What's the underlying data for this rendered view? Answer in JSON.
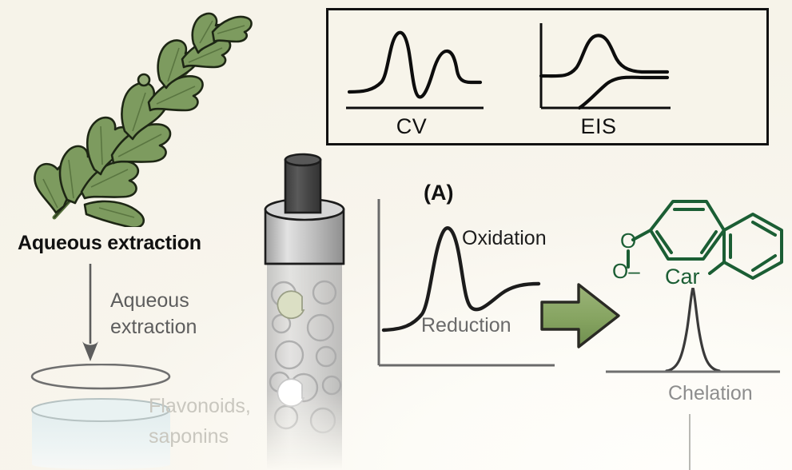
{
  "figure": {
    "background_color": "#f7f4ea",
    "title": "Aqueous extraction electrochemical graphical abstract"
  },
  "method_box": {
    "border_color": "#111111",
    "plots": [
      {
        "name": "cv-plot",
        "label": "CV"
      },
      {
        "name": "eis-plot",
        "label": "EIS"
      }
    ]
  },
  "extraction": {
    "headline": "Aqueous extraction",
    "arrow_caption_line1": "Aqueous",
    "arrow_caption_line2": "extraction",
    "arrow_color": "#5d5d5d",
    "solutes_line1": "Flavonoids,",
    "solutes_line2": "saponins",
    "solutes_color": "#c9c7bf",
    "beaker_liquid_color": "#e6eff0"
  },
  "plant": {
    "leaf_color": "#7d9b5f",
    "leaf_outline": "#1d2614",
    "stem_color": "#55703c"
  },
  "electrode": {
    "rod_color": "#4a4a4a",
    "cap_color": "#b9b9b9",
    "body_color": "#c9c9c9",
    "sample_color": "#dbdfc4"
  },
  "panel_a": {
    "tag": "(A)",
    "oxidation_label": "Oxidation",
    "reduction_label": "Reduction",
    "axis_color": "#6a6a6a",
    "curve_color": "#1c1c1c"
  },
  "transition": {
    "arrow_name": "green-right-arrow",
    "arrow_fill": "#86a461",
    "arrow_outline": "#2a2a24"
  },
  "molecule": {
    "name": "biphenyl-catechol-structure",
    "color": "#1b5e34",
    "substituent_top": "O",
    "substituent_bottom": "O–",
    "label": "Car"
  },
  "chelation": {
    "label": "Chelation",
    "label_color": "#8d8d8d",
    "baseline_color": "#6f6f6f",
    "peak_color": "#3a3a3a"
  },
  "chart_data": [
    {
      "type": "line",
      "name": "cv-plot",
      "title": "CV",
      "xlabel": "",
      "ylabel": "",
      "grid": false,
      "legend": "none",
      "x": [
        0,
        10,
        20,
        30,
        38,
        44,
        50,
        56,
        62,
        68,
        74,
        82,
        90,
        100
      ],
      "values": [
        18,
        18,
        20,
        27,
        55,
        92,
        50,
        10,
        38,
        66,
        72,
        62,
        56,
        55
      ],
      "axis_style": "baseline-only",
      "annotation": "Cyclic voltammetry trace: sharp anodic peak, cathodic trough, secondary peak"
    },
    {
      "type": "line",
      "name": "eis-plot",
      "title": "EIS",
      "xlabel": "",
      "ylabel": "",
      "grid": false,
      "legend": "none",
      "axis_style": "L-axes",
      "series": [
        {
          "name": "upper-branch",
          "x": [
            0,
            12,
            22,
            32,
            42,
            54,
            68,
            84,
            100
          ],
          "values": [
            34,
            34,
            44,
            66,
            74,
            62,
            48,
            42,
            41
          ]
        },
        {
          "name": "lower-branch",
          "x": [
            30,
            38,
            48,
            60,
            72,
            86,
            100
          ],
          "values": [
            0,
            8,
            20,
            30,
            35,
            37,
            38
          ]
        }
      ],
      "annotation": "Impedance spectra: semicircle hump converging with rising branch"
    },
    {
      "type": "line",
      "name": "panel-a-voltammogram",
      "title": "(A)",
      "xlabel": "",
      "ylabel": "",
      "grid": false,
      "legend": "none",
      "axis_style": "L-axes",
      "x": [
        0,
        14,
        26,
        36,
        44,
        50,
        58,
        68,
        78,
        90,
        100
      ],
      "values": [
        16,
        18,
        24,
        46,
        82,
        95,
        58,
        40,
        44,
        54,
        57
      ],
      "labels": [
        "Oxidation",
        "Reduction"
      ],
      "annotation": "Oxidation peak labelled above, reduction region labelled below"
    },
    {
      "type": "line",
      "name": "chelation-peak",
      "title": "Chelation",
      "xlabel": "",
      "ylabel": "",
      "grid": false,
      "legend": "none",
      "axis_style": "baseline-only",
      "x": [
        0,
        30,
        42,
        47,
        50,
        53,
        58,
        70,
        100
      ],
      "values": [
        2,
        2,
        6,
        40,
        100,
        40,
        6,
        2,
        2
      ],
      "annotation": "Single sharp narrow chelation signal on flat baseline"
    }
  ]
}
